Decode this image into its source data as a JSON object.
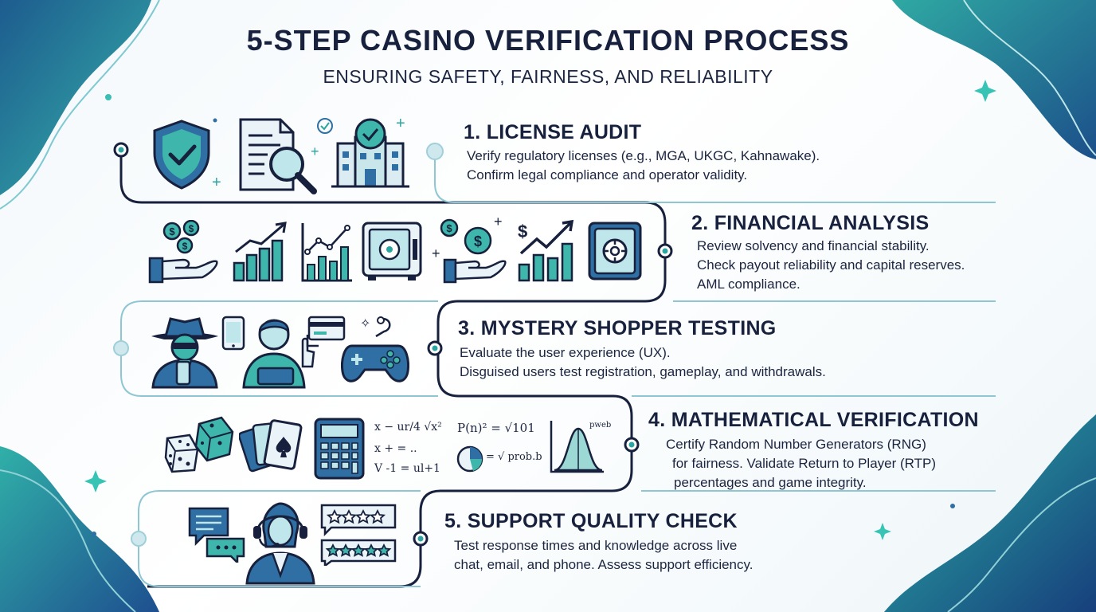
{
  "header": {
    "title": "5-STEP CASINO VERIFICATION PROCESS",
    "subtitle": "ENSURING SAFETY, FAIRNESS, AND RELIABILITY"
  },
  "steps": [
    {
      "title": "1. LICENSE AUDIT",
      "lines": [
        "Verify regulatory licenses (e.g., MGA, UKGC, Kahnawake).",
        "Confirm legal compliance and operator validity."
      ],
      "icons": [
        "shield-check-icon",
        "document-magnifier-icon",
        "building-badge-icon"
      ]
    },
    {
      "title": "2. FINANCIAL ANALYSIS",
      "lines": [
        "Review solvency and financial stability.",
        "Check payout reliability and capital reserves.",
        "AML compliance."
      ],
      "icons": [
        "hand-coins-icon",
        "bar-chart-up-icon",
        "line-chart-icon",
        "safe-icon",
        "hand-dollar-icon",
        "growth-chart-icon",
        "vault-icon"
      ]
    },
    {
      "title": "3. MYSTERY SHOPPER TESTING",
      "lines": [
        "Evaluate the user experience (UX).",
        "Disguised users test registration, gameplay, and withdrawals."
      ],
      "icons": [
        "spy-icon",
        "smartphone-icon",
        "user-laptop-icon",
        "credit-card-icon",
        "gamepad-icon"
      ]
    },
    {
      "title": "4. MATHEMATICAL VERIFICATION",
      "lines": [
        "Certify Random Number Generators (RNG)",
        "for fairness. Validate Return to Player (RTP)",
        "percentages and game integrity."
      ],
      "icons": [
        "dice-icon",
        "playing-cards-icon",
        "calculator-icon",
        "formula-icon",
        "pie-chart-icon",
        "bell-curve-icon"
      ],
      "formulas": [
        "x − ur/4 √x²",
        "x + = ..",
        "V -1 = ul+1",
        "P(n)² = √101",
        "= √ prob.b",
        "pweb"
      ]
    },
    {
      "title": "5. SUPPORT QUALITY CHECK",
      "lines": [
        "Test response times and knowledge across live",
        "chat, email, and phone. Assess support efficiency."
      ],
      "icons": [
        "chat-bubbles-icon",
        "support-agent-icon",
        "rating-stars-icon"
      ]
    }
  ],
  "colors": {
    "navy": "#17213d",
    "teal": "#2aa5a0",
    "blue": "#2f6fa3",
    "light": "#8fd1d6"
  }
}
